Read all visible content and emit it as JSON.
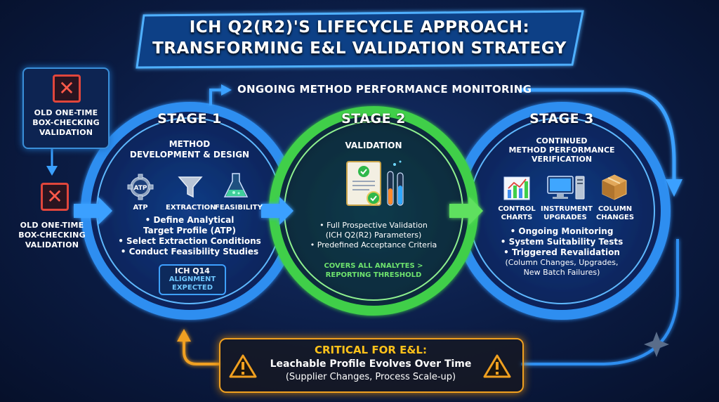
{
  "title": {
    "line1": "ICH Q2(R2)'S LIFECYCLE APPROACH:",
    "line2": "TRANSFORMING E&L VALIDATION STRATEGY"
  },
  "old_box_top": {
    "line1": "OLD ONE-TIME",
    "line2": "BOX-CHECKING",
    "line3": "VALIDATION"
  },
  "old_box_bottom": {
    "line1": "OLD ONE-TIME",
    "line2": "BOX-CHECKING",
    "line3": "VALIDATION"
  },
  "monitoring_label": "ONGOING METHOD PERFORMANCE MONITORING",
  "stage1": {
    "title": "STAGE 1",
    "subtitle_line1": "METHOD",
    "subtitle_line2": "DEVELOPMENT & DESIGN",
    "icons": [
      "ATP",
      "EXTRACTION",
      "FEASIBILITY"
    ],
    "atp_icon_text": "ATP",
    "bullets": [
      "• Define Analytical",
      "Target Profile (ATP)",
      "• Select Extraction Conditions",
      "• Conduct Feasibility Studies"
    ],
    "badge_line1": "ICH Q14",
    "badge_line2": "ALIGNMENT",
    "badge_line3": "EXPECTED"
  },
  "stage2": {
    "title": "STAGE 2",
    "subtitle": "VALIDATION",
    "bullets": [
      "• Full Prospective Validation",
      "(ICH Q2(R2) Parameters)",
      "• Predefined Acceptance Criteria"
    ],
    "note_line1": "COVERS ALL ANALYTES >",
    "note_line2": "REPORTING THRESHOLD"
  },
  "stage3": {
    "title": "STAGE 3",
    "subtitle_line1": "CONTINUED",
    "subtitle_line2": "METHOD PERFORMANCE",
    "subtitle_line3": "VERIFICATION",
    "icons": [
      {
        "line1": "CONTROL",
        "line2": "CHARTS"
      },
      {
        "line1": "INSTRUMENT",
        "line2": "UPGRADES"
      },
      {
        "line1": "COLUMN",
        "line2": "CHANGES"
      }
    ],
    "bullets": [
      "• Ongoing Monitoring",
      "• System Suitability Tests",
      "• Triggered Revalidation"
    ],
    "sub_bullets": [
      "(Column Changes, Upgrades,",
      "New Batch Failures)"
    ]
  },
  "critical": {
    "title": "CRITICAL FOR E&L:",
    "line1": "Leachable Profile Evolves Over Time",
    "line2": "(Supplier Changes, Process Scale-up)"
  },
  "colors": {
    "stage1_ring": "#2f8ef0",
    "stage2_ring": "#3fcf4a",
    "stage3_ring": "#2f8ef0",
    "critical_border": "#f0a020",
    "critical_title": "#ffc21a",
    "x_icon": "#e0463c"
  }
}
